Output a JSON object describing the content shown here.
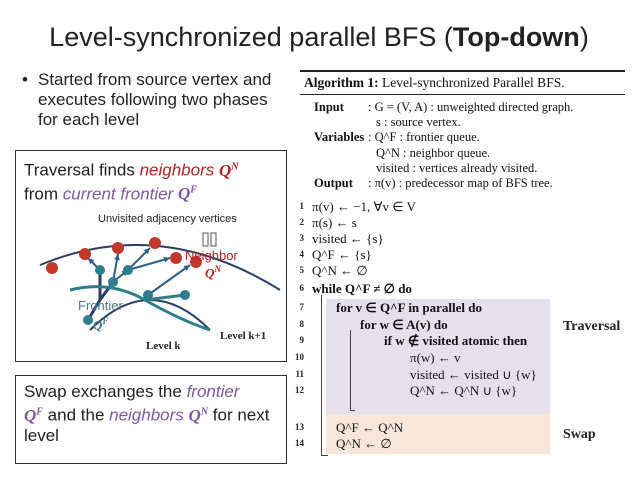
{
  "title": {
    "text_plain": "Level-synchronized parallel BFS (",
    "text_bold": "Top-down",
    "text_close": ")"
  },
  "bullet": {
    "symbol": "•",
    "text": "Started from source vertex and executes following two phases for each level"
  },
  "traversal_box": {
    "word": "Traversal",
    "finds": " finds ",
    "neighbors": "neighbors",
    "qn": "Q",
    "qn_sup": "N",
    "from": "from ",
    "current_frontier": "current frontier",
    "qf": "Q",
    "qf_sup": "F",
    "diagram": {
      "unvisited_label": "Unvisited adjacency vertices",
      "neighbor_label": "Neighbor",
      "neighbor_q": "Q",
      "neighbor_q_sup": "N",
      "frontier_label": "Frontier",
      "frontier_q": "Q",
      "frontier_q_sup": "F",
      "level_k": "Level k",
      "level_k1": "Level k+1"
    }
  },
  "swap_box": {
    "word": "Swap",
    "text1": " exchanges the ",
    "frontier": "frontier",
    "qf": "Q",
    "qf_sup": "F",
    "text2": " and the ",
    "neighbors": "neighbors",
    "qn": "Q",
    "qn_sup": "N",
    "text3": " for next level"
  },
  "algorithm": {
    "header_bold": "Algorithm 1:",
    "header_text": " Level-synchronized Parallel BFS.",
    "input_label": "Input",
    "input_line1": ": G = (V, A) : unweighted directed graph.",
    "input_line2": "s : source vertex.",
    "variables_label": "Variables",
    "var_line1": ": Q^F : frontier queue.",
    "var_line2": "Q^N : neighbor queue.",
    "var_line3": "visited : vertices already visited.",
    "output_label": "Output",
    "output_line": ": π(v) : predecessor map of BFS tree.",
    "lines": [
      {
        "num": "1",
        "text": "π(v) ← −1, ∀v ∈ V"
      },
      {
        "num": "2",
        "text": "π(s) ← s"
      },
      {
        "num": "3",
        "text": "visited ← {s}"
      },
      {
        "num": "4",
        "text": "Q^F ← {s}"
      },
      {
        "num": "5",
        "text": "Q^N ← ∅"
      },
      {
        "num": "6",
        "text": "while Q^F ≠ ∅ do"
      },
      {
        "num": "7",
        "text": "for v ∈ Q^F in parallel do"
      },
      {
        "num": "8",
        "text": "for w ∈ A(v) do"
      },
      {
        "num": "9",
        "text": "if w ∉ visited atomic then"
      },
      {
        "num": "10",
        "text": "π(w) ← v"
      },
      {
        "num": "11",
        "text": "visited ← visited ∪ {w}"
      },
      {
        "num": "12",
        "text": "Q^N ← Q^N ∪ {w}"
      },
      {
        "num": "13",
        "text": "Q^F ← Q^N"
      },
      {
        "num": "14",
        "text": "Q^N ← ∅"
      }
    ],
    "traversal_label": "Traversal",
    "swap_label": "Swap"
  },
  "colors": {
    "frontier_node": "#2e7d8a",
    "neighbor_node": "#c0392b",
    "neighbor_text": "#b22222",
    "frontier_text": "#4a7c8c",
    "highlight_text": "#7a5aa0",
    "traversal_band": "#e4e0ee",
    "swap_band": "#f8e6da",
    "arc_line": "#2c3e66"
  }
}
